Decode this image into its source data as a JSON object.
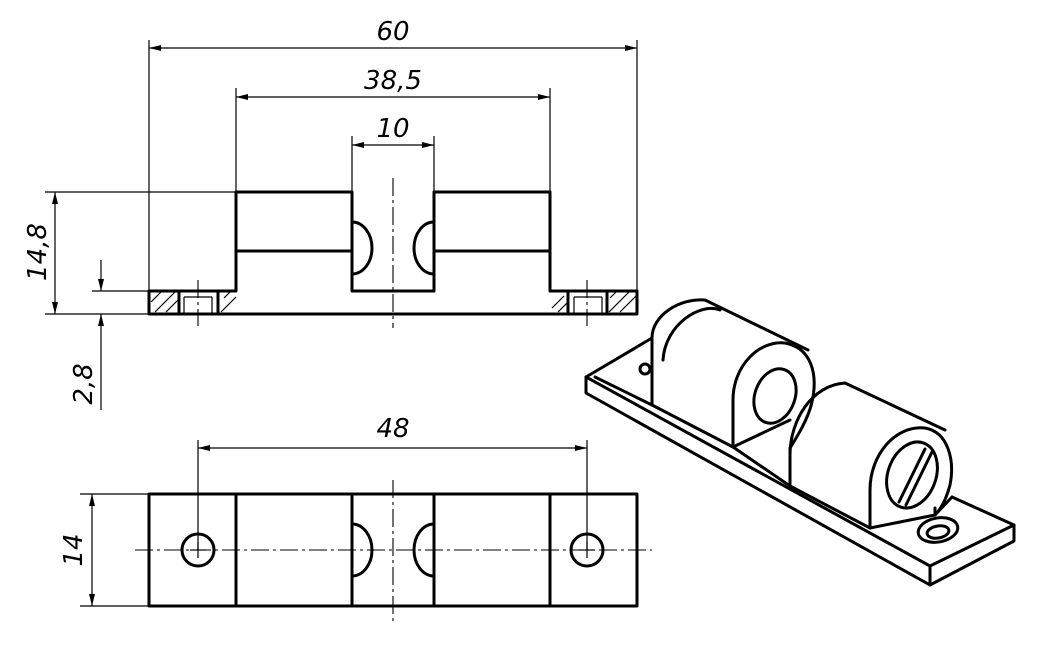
{
  "dimensions": {
    "overall_length": "60",
    "bracket_span": "38,5",
    "ball_gap": "10",
    "overall_height": "14,8",
    "base_thickness": "2,8",
    "hole_spacing": "48",
    "width": "14"
  }
}
